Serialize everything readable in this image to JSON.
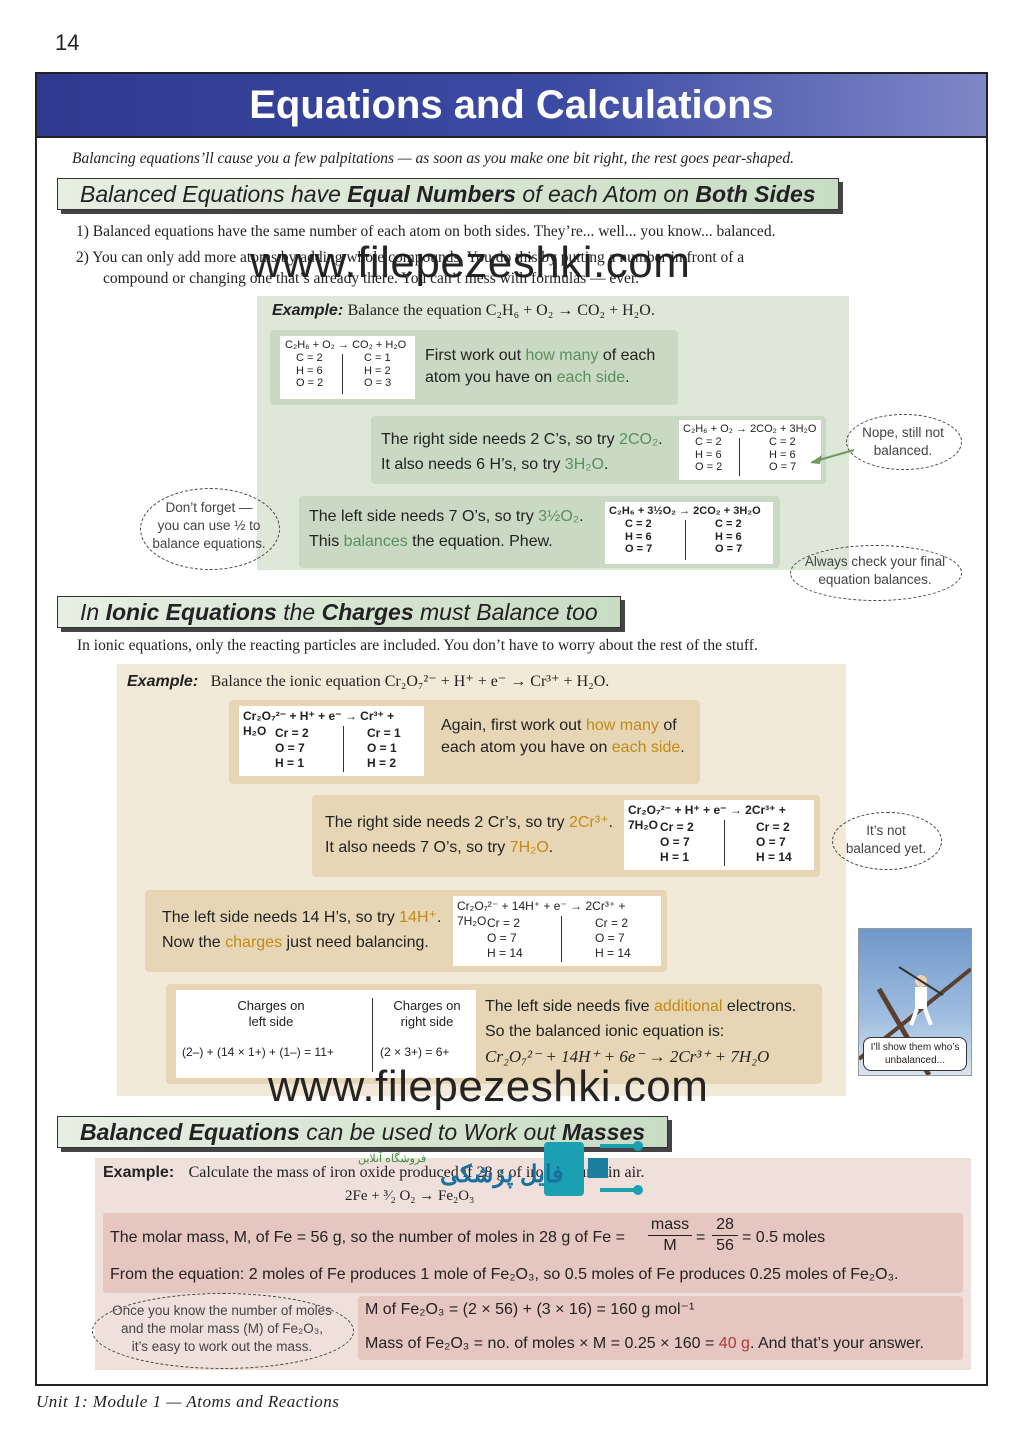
{
  "page_number": "14",
  "title": "Equations and Calculations",
  "intro": "Balancing equations’ll cause you a few palpitations — as soon as you make one bit right, the rest goes pear-shaped.",
  "section1": {
    "heading_a": "Balanced Equations have ",
    "heading_b": "Equal Numbers",
    "heading_c": " of  each Atom on ",
    "heading_d": "Both Sides",
    "point1": "1)   Balanced equations have the same number of each atom on both sides.  They’re... well... you know... balanced.",
    "point2a": "2)   You can only add more atoms by adding whole compounds.  You do this by putting a number in front of a",
    "point2b": "compound or changing one that’s already there.  You can’t mess with formulas — ever.",
    "example_label": "Example:",
    "example_text": "Balance the equation  C₂H₆ + O₂ → CO₂ + H₂O.",
    "step1": {
      "eq": "C₂H₆ + O₂ → CO₂ + H₂O",
      "left": [
        "C = 2",
        "H = 6",
        "O = 2"
      ],
      "right": [
        "C = 1",
        "H = 2",
        "O = 3"
      ],
      "text_a": "First work out ",
      "text_b": "how many",
      "text_c": " of each",
      "text_d": "atom you have on ",
      "text_e": "each side",
      "text_f": "."
    },
    "step2": {
      "line1a": "The right side needs 2 C’s, so try ",
      "line1b": "2CO₂",
      "line1c": ".",
      "line2a": "It also needs 6 H’s, so try ",
      "line2b": "3H₂O",
      "line2c": ".",
      "eq": "C₂H₆ + O₂ → 2CO₂ + 3H₂O",
      "left": [
        "C = 2",
        "H = 6",
        "O = 2"
      ],
      "right": [
        "C = 2",
        "H = 6",
        "O = 7"
      ]
    },
    "step3": {
      "line1a": "The left side needs 7 O’s, so try ",
      "line1b": "3½O₂",
      "line1c": ".",
      "line2a": "This ",
      "line2b": "balances",
      "line2c": " the equation.  Phew.",
      "eq": "C₂H₆ + 3½O₂ → 2CO₂ + 3H₂O",
      "left": [
        "C = 2",
        "H = 6",
        "O = 7"
      ],
      "right": [
        "C = 2",
        "H = 6",
        "O = 7"
      ]
    },
    "callout_nope": [
      "Nope, still not",
      "balanced."
    ],
    "callout_half": [
      "Don’t forget —",
      "you can use ½ to",
      "balance equations."
    ],
    "callout_check": [
      "Always check your final",
      "equation balances."
    ]
  },
  "section2": {
    "heading_a": "In ",
    "heading_b": "Ionic Equations",
    "heading_c": " the ",
    "heading_d": "Charges",
    "heading_e": " must Balance too",
    "intro": "In ionic equations, only the reacting particles are included.  You don’t have to worry about the rest of the stuff.",
    "example_label": "Example:",
    "example_text": "Balance the ionic equation  Cr₂O₇²⁻ + H⁺ + e⁻ → Cr³⁺ + H₂O.",
    "step1": {
      "eq": "Cr₂O₇²⁻ + H⁺ + e⁻ → Cr³⁺ + H₂O",
      "left": [
        "Cr = 2",
        "O = 7",
        "H = 1"
      ],
      "right": [
        "Cr = 1",
        "O = 1",
        "H = 2"
      ],
      "text_a": "Again, first work out ",
      "text_b": "how many",
      "text_c": " of",
      "text_d": "each atom you have on ",
      "text_e": "each side",
      "text_f": "."
    },
    "step2": {
      "line1a": "The right side needs 2 Cr’s, so try ",
      "line1b": "2Cr³⁺",
      "line1c": ".",
      "line2a": "It also needs 7 O’s, so try ",
      "line2b": "7H₂O",
      "line2c": ".",
      "eq": "Cr₂O₇²⁻ + H⁺ + e⁻ → 2Cr³⁺ + 7H₂O",
      "left": [
        "Cr = 2",
        "O = 7",
        "H = 1"
      ],
      "right": [
        "Cr = 2",
        "O = 7",
        "H = 14"
      ]
    },
    "step3": {
      "line1a": "The left side needs 14 H’s, so try ",
      "line1b": "14H⁺",
      "line1c": ".",
      "line2a": "Now the ",
      "line2b": "charges",
      "line2c": " just need balancing.",
      "eq": "Cr₂O₇²⁻ + 14H⁺ + e⁻ → 2Cr³⁺ + 7H₂O",
      "left": [
        "Cr = 2",
        "O = 7",
        "H = 14"
      ],
      "right": [
        "Cr = 2",
        "O = 7",
        "H = 14"
      ]
    },
    "step4": {
      "left_head": [
        "Charges on",
        "left side"
      ],
      "right_head": [
        "Charges on",
        "right side"
      ],
      "left_calc": "(2–) + (14 × 1+) + (1–) = 11+",
      "right_calc": "(2 × 3+) = 6+",
      "line1a": "The left side needs five ",
      "line1b": "additional",
      "line1c": " electrons.",
      "line2": "So the balanced ionic equation is:",
      "final_eq": "Cr₂O₇²⁻ + 14H⁺ + 6e⁻ → 2Cr³⁺ + 7H₂O"
    },
    "callout_not_yet": [
      "It’s not",
      "balanced yet."
    ],
    "cartoon_caption": [
      "I’ll show them who’s",
      "unbalanced..."
    ]
  },
  "section3": {
    "heading_a": "Balanced Equations",
    "heading_b": " can be used to Work out ",
    "heading_c": "Masses",
    "example_label": "Example:",
    "example_text": "Calculate the mass of iron oxide produced if 28 g of iron is burnt in air.",
    "reaction": "2Fe  +  ³⁄₂ O₂  →  Fe₂O₃",
    "molar_a": "The molar mass, M, of Fe = 56 g, so the number of moles in 28 g of Fe =",
    "frac1_num": "mass",
    "frac1_den": "M",
    "eq_sign": "=",
    "frac2_num": "28",
    "frac2_den": "56",
    "molar_b": "= 0.5 moles",
    "from_eq": "From the equation:  2 moles of Fe produces 1 mole of Fe₂O₃, so 0.5 moles of Fe produces 0.25 moles of Fe₂O₃.",
    "mass_line1": "M of Fe₂O₃ = (2 × 56) + (3 × 16) = 160 g mol⁻¹",
    "mass_line2a": "Mass of Fe₂O₃ = no. of moles × M = 0.25 × 160 = ",
    "mass_line2b": "40 g",
    "mass_line2c": ".  And that’s your answer.",
    "callout": [
      "Once you know the number of moles",
      "and the molar mass (M) of Fe₂O₃,",
      "it’s easy to work out the mass."
    ]
  },
  "footer": "Unit 1: Module 1 — Atoms and Reactions",
  "watermarks": [
    "www.filepezeshki.com",
    "www.filepezeshki.com"
  ],
  "logo_text": "فایل پزشکی",
  "logo_subtext": "فروشگاه آنلاین",
  "colors": {
    "title_bar": "#2f3a8f",
    "green_highlight": "#5a8f5e",
    "orange_highlight": "#c38a14",
    "red_highlight": "#b03a3a"
  }
}
